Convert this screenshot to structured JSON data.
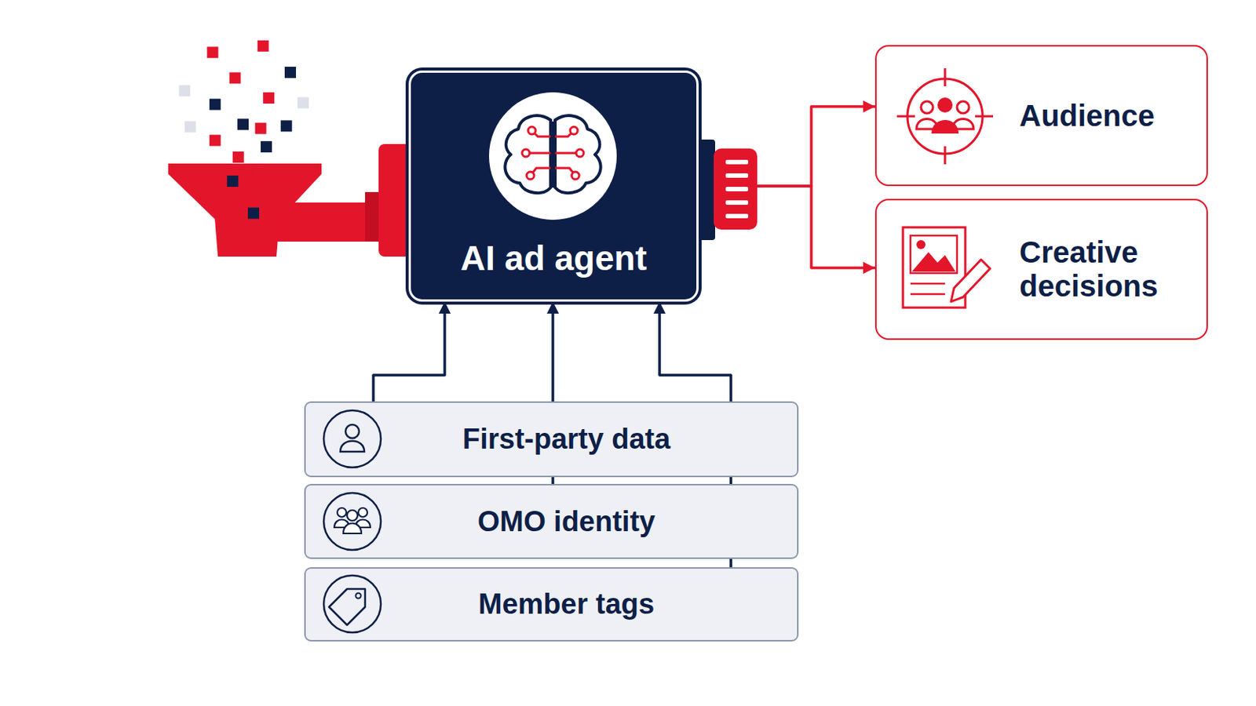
{
  "diagram": {
    "nodes": [
      {
        "text": [
          "AI ad agent"
        ]
      },
      {
        "text": [
          "Audience"
        ]
      },
      {
        "text": [
          "Creative decisions"
        ]
      },
      {
        "text": [
          "First-party data"
        ]
      },
      {
        "text": [
          "OMO identity"
        ]
      },
      {
        "text": [
          "Member tags"
        ]
      }
    ],
    "edges": [
      {
        "from": 0,
        "to": 1,
        "arrow": "to"
      },
      {
        "from": 0,
        "to": 2,
        "arrow": "to"
      },
      {
        "from": 3,
        "to": 0,
        "arrow": "to"
      },
      {
        "from": 4,
        "to": 0,
        "arrow": "to"
      },
      {
        "from": 5,
        "to": 0,
        "arrow": "to"
      }
    ]
  }
}
